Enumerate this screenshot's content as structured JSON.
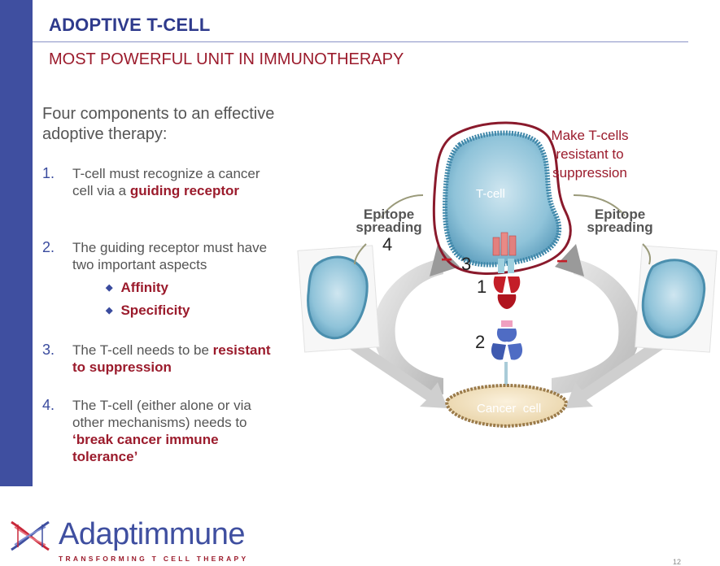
{
  "header": {
    "title": "ADOPTIVE T-CELL",
    "subtitle": "MOST POWERFUL UNIT IN IMMUNOTHERAPY"
  },
  "intro": "Four components to an effective adoptive therapy:",
  "items": [
    {
      "number": "1.",
      "text": "T-cell must recognize a cancer cell via a",
      "highlight": "guiding receptor"
    },
    {
      "number": "2.",
      "text": "The guiding receptor must have two important aspects",
      "subitems": [
        "Affinity",
        "Specificity"
      ]
    },
    {
      "number": "3.",
      "text": "The T-cell needs to be",
      "highlight": "resistant to suppression"
    },
    {
      "number": "4.",
      "text": "The T-cell (either alone or via other mechanisms) needs to",
      "highlight": "‘break cancer immune tolerance’"
    }
  ],
  "diagram": {
    "tcell_label": "T-cell",
    "cancer_label": "Cancer  cell",
    "epitope_left": "Epitope spreading",
    "epitope_right": "Epitope spreading",
    "callout": "Make T-cells resistant to suppression",
    "num1": "1",
    "num2": "2",
    "num3": "3",
    "num4": "4",
    "minus": "−"
  },
  "logo": {
    "name": "Adaptimmune",
    "tagline": "TRANSFORMING T CELL THERAPY"
  },
  "page_number": "12",
  "colors": {
    "sidebar": "#3f4fa0",
    "title": "#2e3a8c",
    "accent_red": "#9b1b2c",
    "cell_blue": "#8fc3d9"
  }
}
